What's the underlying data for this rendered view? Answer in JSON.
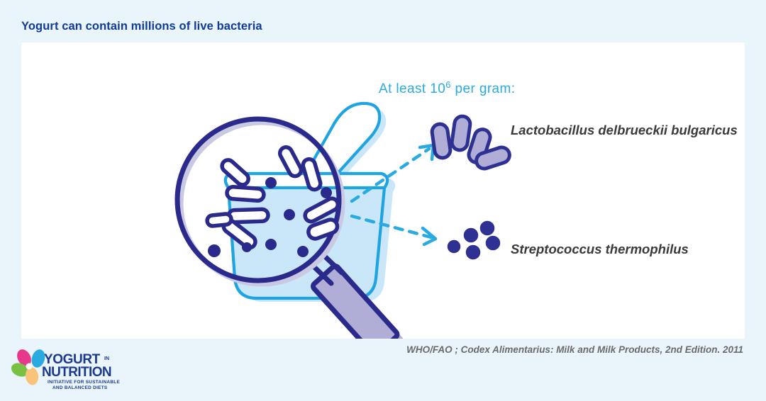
{
  "page": {
    "background_color": "#e9f4fb",
    "title": "Yogurt can contain millions of live bacteria",
    "title_color": "#0d3a9c"
  },
  "card": {
    "background_color": "#ffffff"
  },
  "figure": {
    "annotation": {
      "text": "At least 10",
      "exponent": "6",
      "suffix": " per gram:",
      "color": "#29abe2"
    },
    "species": [
      {
        "name": "Lactobacillus delbrueckii bulgaricus",
        "shape": "rod",
        "count": 4,
        "color": "#b0aed6",
        "outline_color": "#2e3192"
      },
      {
        "name": "Streptococcus thermophilus",
        "shape": "coccus",
        "count": 5,
        "color": "#2e3192",
        "outline_color": "#2e3192"
      }
    ],
    "illustration": {
      "jar_fill": "#c9e7f8",
      "jar_outline": "#1ea4e0",
      "spoon_outline": "#1ea4e0",
      "lens_outline": "#2a2a8c",
      "handle_fill": "#b0aed6",
      "handle_outline": "#2a2a8c",
      "arrow_color": "#29abe2"
    }
  },
  "citation": {
    "text": "WHO/FAO ; Codex Alimentarius: Milk and Milk Products, 2nd Edition. 2011"
  },
  "logo": {
    "word_top": "YOGURT",
    "word_top_small": "IN",
    "word_bottom": "NUTRITION",
    "tagline_line1": "INITIATIVE FOR SUSTAINABLE",
    "tagline_line2": "AND BALANCED DIETS",
    "text_color": "#1b3a8f",
    "petal_colors": {
      "pink": "#e6398b",
      "cyan": "#29abe2",
      "green": "#7ac143",
      "orange": "#fbc27a"
    }
  }
}
